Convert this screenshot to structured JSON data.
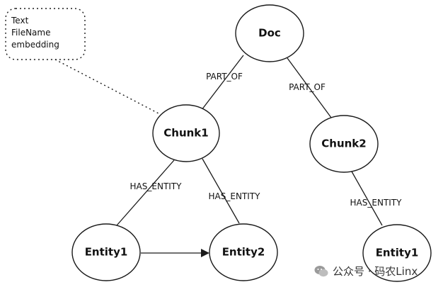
{
  "note": {
    "lines": [
      "Text",
      "FileName",
      "embedding"
    ]
  },
  "nodes": {
    "doc": "Doc",
    "chunk1": "Chunk1",
    "chunk2": "Chunk2",
    "entity1_left": "Entity1",
    "entity2": "Entity2",
    "entity1_right": "Entity1"
  },
  "edge_labels": {
    "doc_chunk1": "PART_OF",
    "doc_chunk2": "PART_OF",
    "chunk1_entity1": "HAS_ENTITY",
    "chunk1_entity2": "HAS_ENTITY",
    "chunk2_entity1": "HAS_ENTITY"
  },
  "watermark": {
    "text": "公众号 · 码农Linx",
    "icon": "wechat-icon"
  }
}
